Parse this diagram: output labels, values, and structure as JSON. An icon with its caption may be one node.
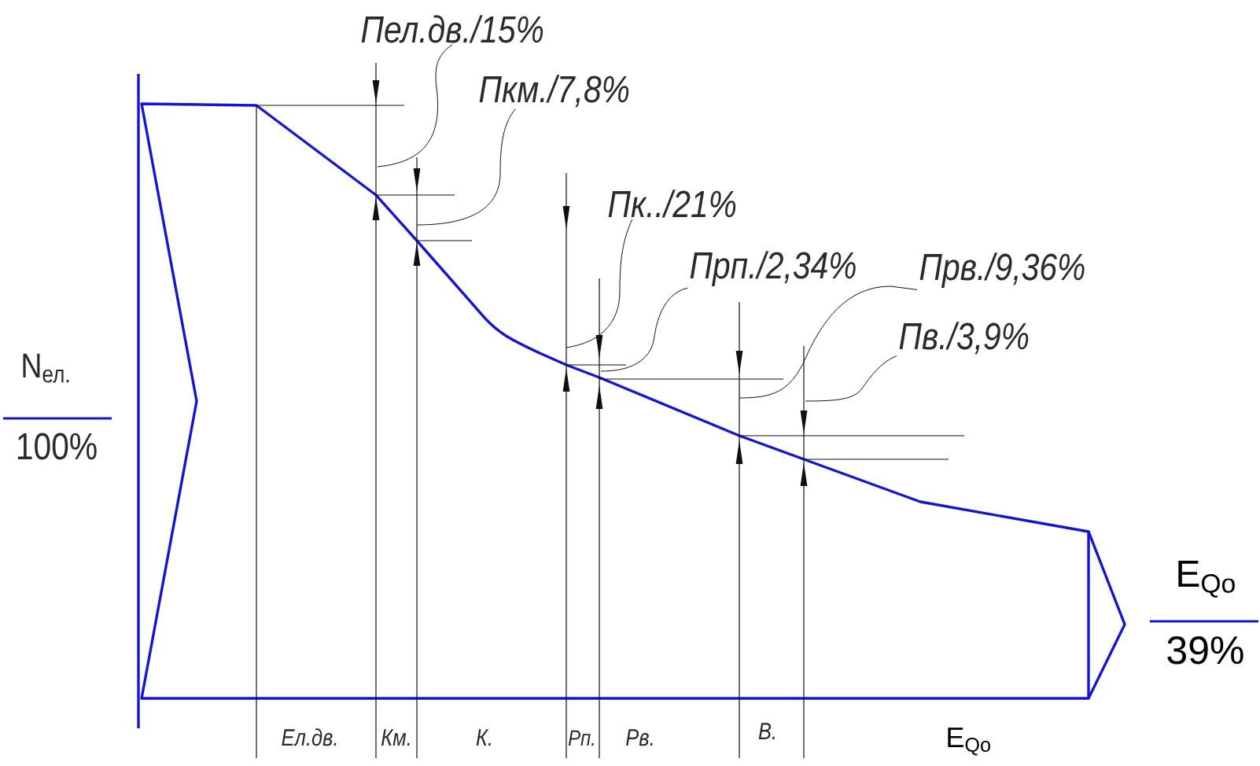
{
  "diagram": {
    "nodes": [
      {
        "text": [
          "Пел.дв./15%"
        ]
      },
      {
        "text": [
          "Пкм./7,8%"
        ]
      },
      {
        "text": [
          "Пк../21%"
        ]
      },
      {
        "text": [
          "Прп./2,34%"
        ]
      },
      {
        "text": [
          "Прв./9,36%"
        ]
      },
      {
        "text": [
          "Пв./3,9%"
        ]
      }
    ],
    "edges": [
      {
        "from": 0,
        "to": null,
        "arrow": "none"
      },
      {
        "from": 1,
        "to": null,
        "arrow": "none"
      },
      {
        "from": 2,
        "to": null,
        "arrow": "none"
      },
      {
        "from": 3,
        "to": null,
        "arrow": "none"
      },
      {
        "from": 4,
        "to": null,
        "arrow": "none"
      },
      {
        "from": 5,
        "to": null,
        "arrow": "none"
      }
    ],
    "labels": [
      "N$_{ел.}$",
      "100%",
      "E$_{Qo}$",
      "39%",
      "Ел.дв.",
      "Км.",
      "К.",
      "Рп.",
      "Рв.",
      "В.",
      "E$_{Qo}$"
    ]
  }
}
